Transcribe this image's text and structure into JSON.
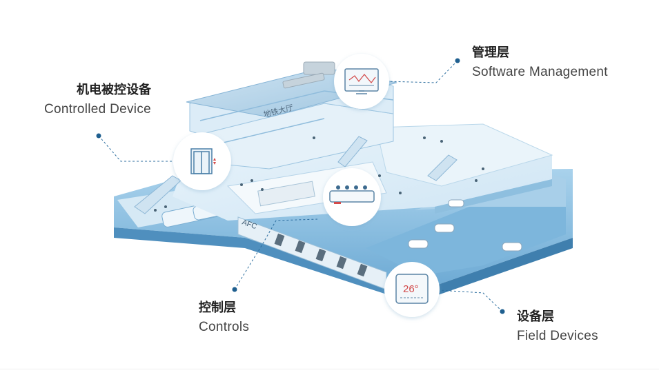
{
  "labels": {
    "controlled_device": {
      "cn": "机电被控设备",
      "en": "Controlled Device"
    },
    "software_management": {
      "cn": "管理层",
      "en": "Software Management"
    },
    "controls": {
      "cn": "控制层",
      "en": "Controls"
    },
    "field_devices": {
      "cn": "设备层",
      "en": "Field Devices"
    }
  },
  "building": {
    "roof_sign": "地铁大厅",
    "afc_sign": "AFC",
    "thermostat_reading": "26°"
  },
  "colors": {
    "building_light": "#d9ecf7",
    "building_mid": "#9fcbe6",
    "building_dark": "#5f9dc8",
    "accent_line": "#1f6fa8"
  },
  "icons": [
    "elevator-icon",
    "ceiling-sensor-icon",
    "monitor-icon",
    "thermostat-icon"
  ]
}
